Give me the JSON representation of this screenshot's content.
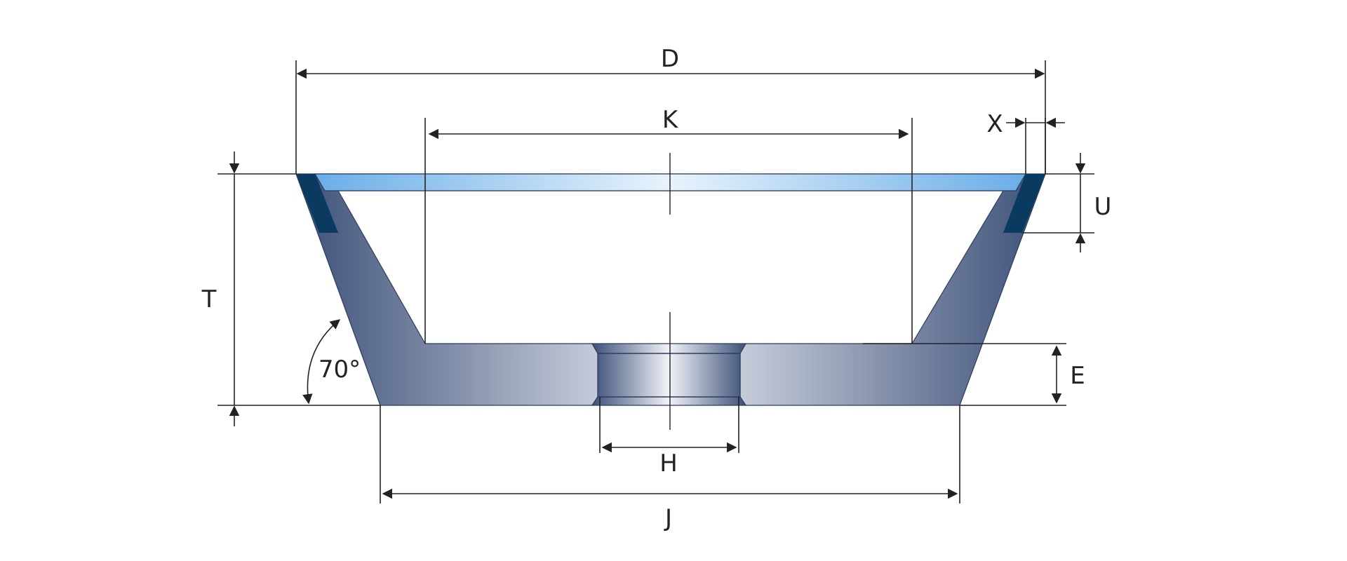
{
  "labels": {
    "D": "D",
    "K": "K",
    "X": "X",
    "U": "U",
    "T": "T",
    "E": "E",
    "H": "H",
    "J": "J",
    "angle": "70°"
  },
  "colors": {
    "body_dark": "#3c5078",
    "body_mid": "#8d93ac",
    "body_light": "#e6e8f0",
    "rim_blue": "#6aaee8",
    "rim_light": "#e8f3fb",
    "abrasive_dark": "#0b3a60",
    "line": "#222222"
  }
}
